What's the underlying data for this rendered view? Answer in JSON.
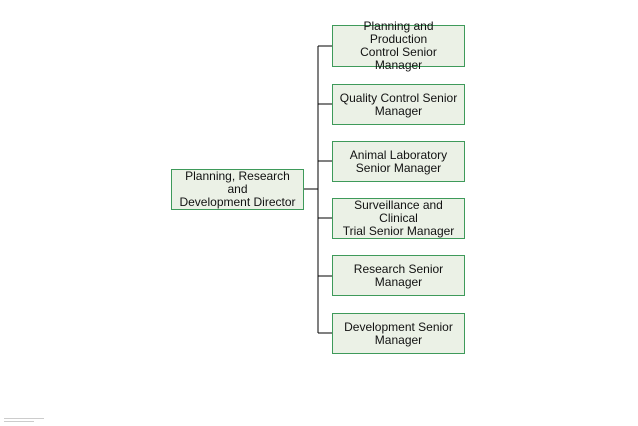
{
  "director": {
    "label": "Planning, Research and\nDevelopment Director"
  },
  "managers": [
    {
      "label": "Planning and Production\nControl Senior Manager"
    },
    {
      "label": "Quality Control Senior\nManager"
    },
    {
      "label": "Animal Laboratory\nSenior Manager"
    },
    {
      "label": "Surveillance and Clinical\nTrial Senior Manager"
    },
    {
      "label": "Research Senior\nManager"
    },
    {
      "label": "Development Senior\nManager"
    }
  ],
  "colors": {
    "fill": "#ebf1e6",
    "border": "#3e9a5a",
    "line": "#000000"
  }
}
